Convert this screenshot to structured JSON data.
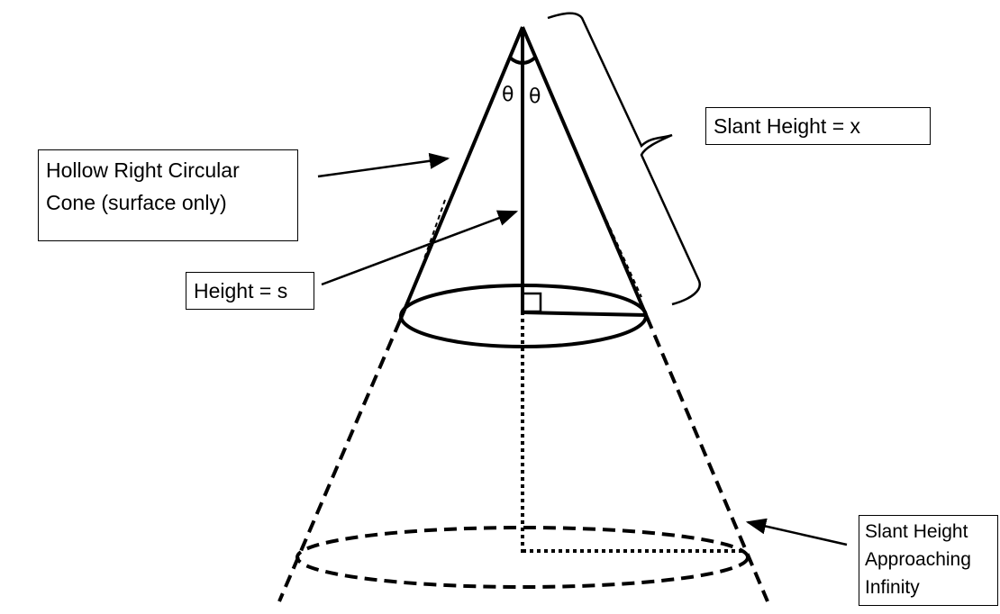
{
  "labels": {
    "cone_line1": "Hollow Right Circular",
    "cone_line2": "Cone (surface only)",
    "height": "Height = s",
    "slant_height": "Slant Height = x",
    "infinity_line1": "Slant Height",
    "infinity_line2": "Approaching",
    "infinity_line3": "Infinity",
    "theta_left": "θ",
    "theta_right": "θ"
  },
  "colors": {
    "stroke": "#000000",
    "background": "#ffffff"
  }
}
